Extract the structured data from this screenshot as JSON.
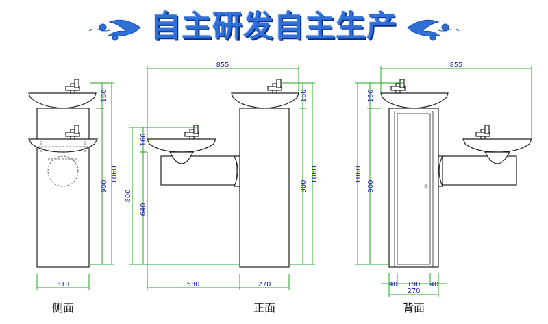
{
  "header": {
    "title": "自主研发自主生产",
    "accent_color": "#2f6fd8",
    "ornament_icon": "floral-scroll-icon"
  },
  "views": {
    "side": {
      "label": "侧面",
      "dims": {
        "width": "310",
        "bowl_height": "160",
        "lower_height": "900",
        "total_height": "1060"
      }
    },
    "front": {
      "label": "正面",
      "dims": {
        "overall_width": "855",
        "arm_width": "530",
        "column_width": "270",
        "bowl_height_left": "160",
        "bowl_height_right": "160",
        "low_total": "800",
        "low_column": "640",
        "high_lower": "900",
        "high_total": "1060"
      }
    },
    "back": {
      "label": "背面",
      "dims": {
        "overall_width": "855",
        "bowl_height": "160",
        "total_height": "1060",
        "lower_height": "900",
        "left_margin": "40",
        "door_width": "190",
        "right_margin": "40",
        "column_width": "270"
      }
    }
  },
  "colors": {
    "dimension_line": "#23a823",
    "dimension_text": "#1b1bb0",
    "outline": "#222222"
  }
}
